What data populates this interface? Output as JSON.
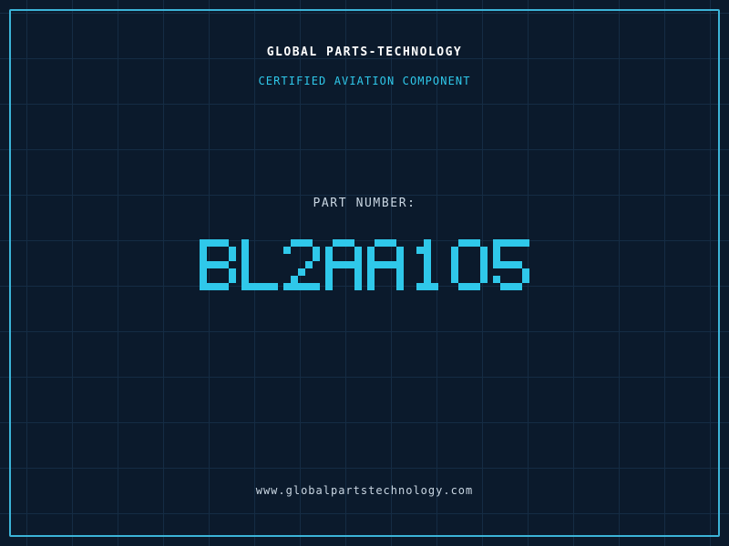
{
  "header": {
    "company_name": "GLOBAL PARTS-TECHNOLOGY",
    "subtitle": "CERTIFIED AVIATION COMPONENT"
  },
  "part": {
    "label": "PART NUMBER:",
    "number": "BL2AA105"
  },
  "footer": {
    "website": "www.globalpartstechnology.com"
  },
  "colors": {
    "background": "#0b1a2c",
    "grid_line": "#152c44",
    "frame_border": "#3cb4d8",
    "accent_cyan": "#2fc8ea",
    "title_text": "#ffffff",
    "label_text": "#c9d6e2"
  }
}
